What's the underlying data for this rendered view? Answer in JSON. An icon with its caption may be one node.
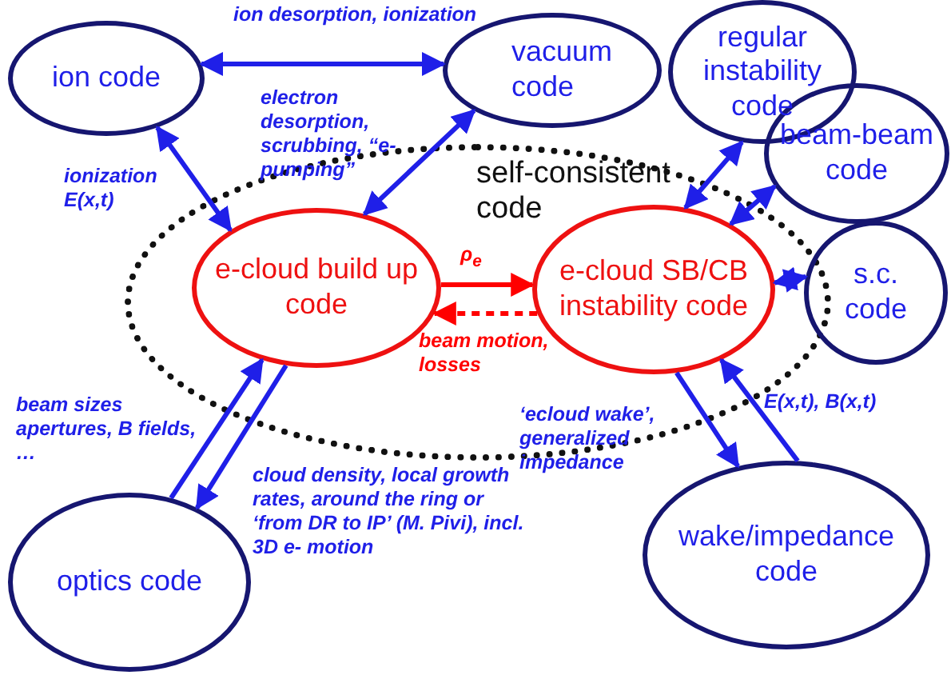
{
  "diagram": {
    "nodes": [
      {
        "text": [
          "ion code"
        ]
      },
      {
        "text": [
          "vacuum code"
        ]
      },
      {
        "text": [
          "regular instability code"
        ]
      },
      {
        "text": [
          "beam-beam code"
        ]
      },
      {
        "text": [
          "self-consistent code"
        ]
      },
      {
        "text": [
          "e-cloud build up code"
        ],
        "in": 4
      },
      {
        "text": [
          "e-cloud SB/CB instability code"
        ],
        "in": 4
      },
      {
        "text": [
          "s.c. code"
        ]
      },
      {
        "text": [
          "optics code"
        ]
      },
      {
        "text": [
          "wake/impedance code"
        ]
      }
    ],
    "edges": [
      {
        "from": 0,
        "to": 1,
        "arrow": "both",
        "label": "ion desorption, ionization"
      },
      {
        "from": 0,
        "to": 5,
        "arrow": "both",
        "label": "ionization E(x,t)"
      },
      {
        "from": 1,
        "to": 5,
        "arrow": "both",
        "label": "electron desorption, scrubbing, “e- pumping”"
      },
      {
        "from": 5,
        "to": 6,
        "arrow": "to",
        "label": "ρ$_{e}$",
        "color": "#ff0000"
      },
      {
        "from": 6,
        "to": 5,
        "arrow": "to",
        "label": "beam motion, losses",
        "style": "dashed",
        "color": "#ff0000"
      },
      {
        "from": 2,
        "to": 6,
        "arrow": "both"
      },
      {
        "from": 3,
        "to": 6,
        "arrow": "both"
      },
      {
        "from": 6,
        "to": 7,
        "arrow": "both"
      },
      {
        "from": 8,
        "to": 5,
        "arrow": "to",
        "label": "beam sizes apertures, B fields, …"
      },
      {
        "from": 5,
        "to": 8,
        "arrow": "to",
        "label": "cloud density, local growth rates, around the ring or ‘from DR to IP’ (M. Pivi), incl. 3D e- motion"
      },
      {
        "from": 6,
        "to": 9,
        "arrow": "to",
        "label": "‘ecloud wake’, generalized impedance"
      },
      {
        "from": 9,
        "to": 6,
        "arrow": "to",
        "label": "E(x,t), B(x,t)"
      }
    ]
  }
}
